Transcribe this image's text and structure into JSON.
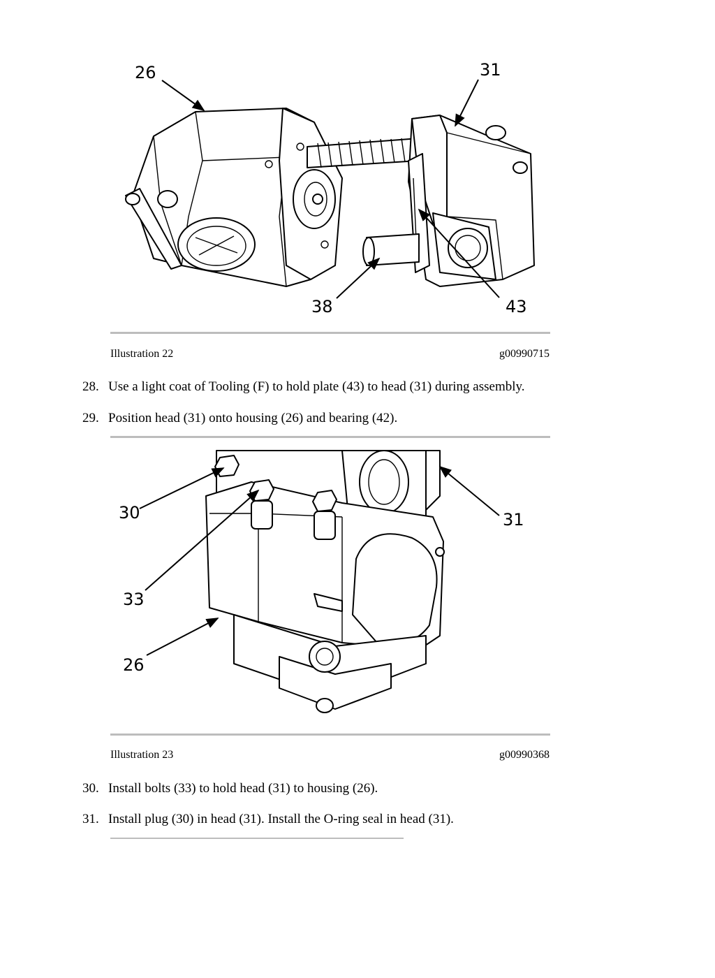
{
  "figures": [
    {
      "caption": "Illustration 22",
      "code": "g00990715",
      "callouts": [
        "26",
        "31",
        "38",
        "43"
      ]
    },
    {
      "caption": "Illustration 23",
      "code": "g00990368",
      "callouts": [
        "30",
        "31",
        "33",
        "26"
      ]
    }
  ],
  "steps": [
    {
      "num": "28.",
      "text": "Use a light coat of Tooling (F) to hold plate (43) to head (31) during assembly."
    },
    {
      "num": "29.",
      "text": "Position head (31) onto housing (26) and bearing (42)."
    },
    {
      "num": "30.",
      "text": "Install bolts (33) to hold head (31) to housing (26)."
    },
    {
      "num": "31.",
      "text": "Install plug (30) in head (31). Install the O-ring seal in head (31)."
    }
  ]
}
